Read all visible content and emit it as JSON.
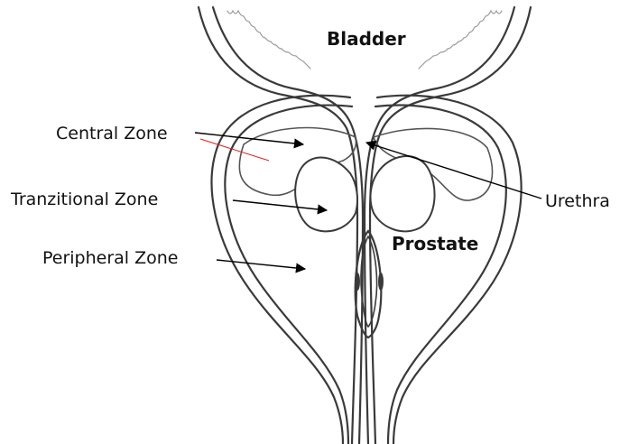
{
  "organs": {
    "bladder": "Bladder",
    "prostate": "Prostate"
  },
  "labels": {
    "central_zone": "Central Zone",
    "transitional_zone": "Tranzitional Zone",
    "peripheral_zone": "Peripheral Zone",
    "urethra": "Urethra"
  },
  "colors": {
    "outline": "#3a3a3a",
    "arrow": "#000000",
    "highlight_line": "#e02020"
  }
}
